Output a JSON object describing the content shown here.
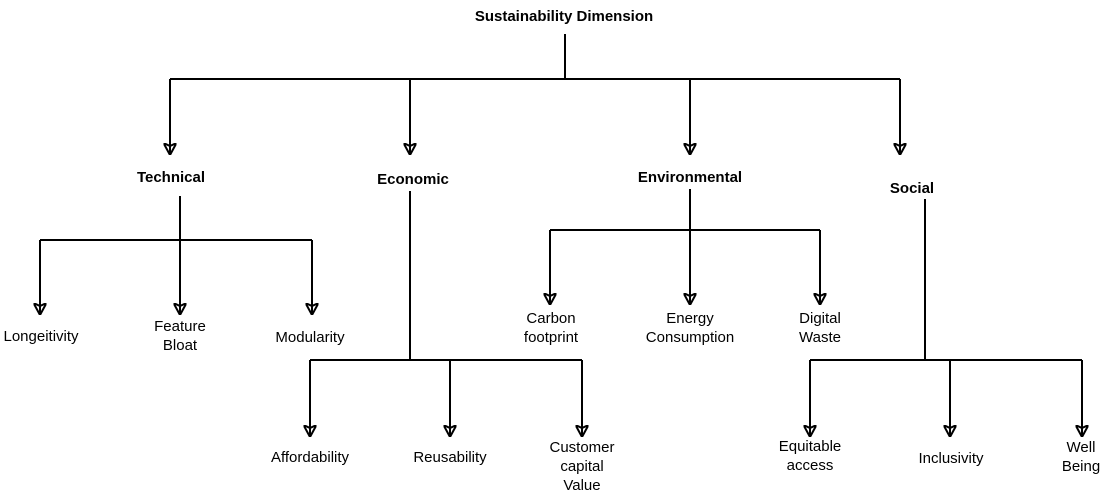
{
  "diagram": {
    "title": "Sustainability Dimension",
    "branches": [
      {
        "label": "Technical",
        "children": [
          "Longeitivity",
          "Feature\nBloat",
          "Modularity"
        ]
      },
      {
        "label": "Economic",
        "children": [
          "Affordability",
          "Reusability",
          "Customer\ncapital\nValue"
        ]
      },
      {
        "label": "Environmental",
        "children": [
          "Carbon\nfootprint",
          "Energy\nConsumption",
          "Digital\nWaste"
        ]
      },
      {
        "label": "Social",
        "children": [
          "Equitable\naccess",
          "Inclusivity",
          "Well\nBeing"
        ]
      }
    ],
    "colors": {
      "line": "#000000",
      "text": "#000000",
      "background": "#ffffff"
    }
  }
}
